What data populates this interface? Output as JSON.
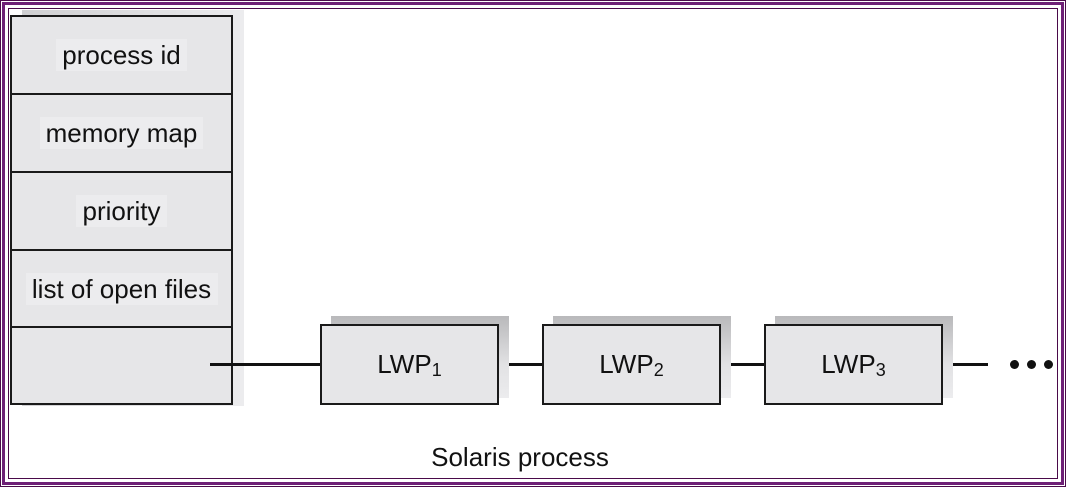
{
  "process_table": {
    "fields": [
      "process id",
      "memory map",
      "priority",
      "list of open files",
      ""
    ]
  },
  "lwps": [
    {
      "label": "LWP",
      "subscript": "1"
    },
    {
      "label": "LWP",
      "subscript": "2"
    },
    {
      "label": "LWP",
      "subscript": "3"
    }
  ],
  "continuation": "...",
  "caption": "Solaris process"
}
